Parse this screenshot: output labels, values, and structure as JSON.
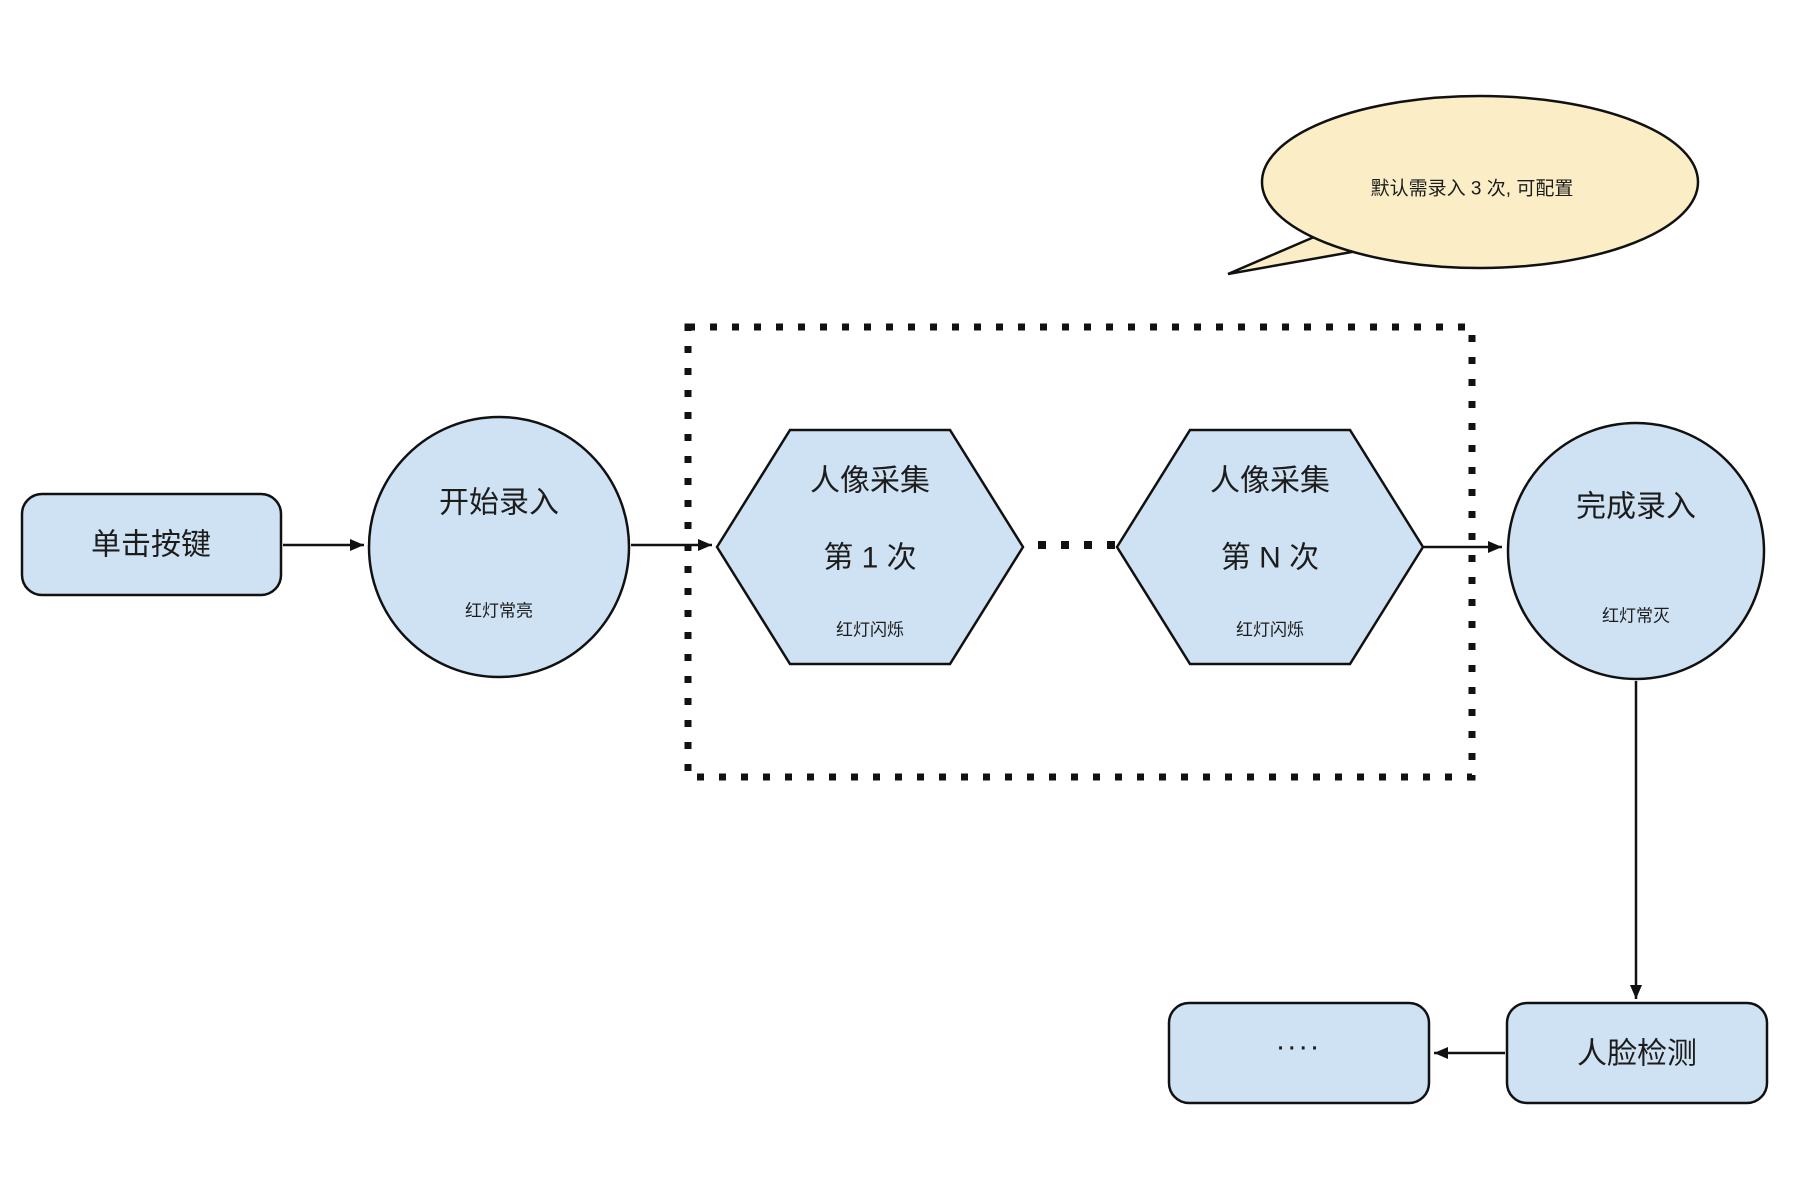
{
  "diagram": {
    "callout": {
      "text": "默认需录入 3 次, 可配置"
    },
    "nodes": {
      "click_button": {
        "label": "单击按键"
      },
      "start_entry": {
        "label": "开始录入",
        "status": "红灯常亮"
      },
      "capture_first": {
        "title": "人像采集",
        "subtitle": "第 1 次",
        "status": "红灯闪烁"
      },
      "capture_nth": {
        "title": "人像采集",
        "subtitle": "第 N 次",
        "status": "红灯闪烁"
      },
      "finish_entry": {
        "label": "完成录入",
        "status": "红灯常灭"
      },
      "face_detection": {
        "label": "人脸检测"
      },
      "ellipsis_next": {
        "label": "...."
      }
    },
    "colors": {
      "node-fill": "#cfe2f3",
      "node-stroke": "#111111",
      "callout-fill": "#fbeec6",
      "arrow": "#111111",
      "text": "#1c1c1c"
    }
  }
}
